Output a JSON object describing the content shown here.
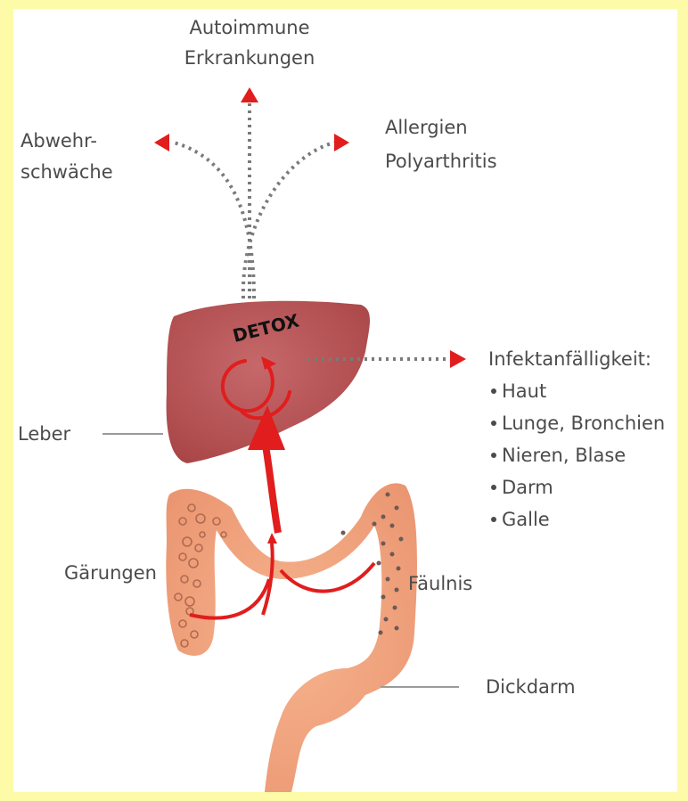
{
  "labels": {
    "autoimmune_line1": "Autoimmune",
    "autoimmune_line2": "Erkrankungen",
    "abwehr_line1": "Abwehr-",
    "abwehr_line2": "schwäche",
    "allergien_line1": "Allergien",
    "allergien_line2": "Polyarthritis",
    "detox": "DETOX",
    "infekt_title": "Infektanfälligkeit:",
    "infekt_items": [
      "Haut",
      "Lunge, Bronchien",
      "Nieren, Blase",
      "Darm",
      "Galle"
    ],
    "leber": "Leber",
    "gaerungen": "Gärungen",
    "faeulnis": "Fäulnis",
    "dickdarm": "Dickdarm"
  },
  "colors": {
    "background_border": "#fdfaa8",
    "liver": "#b9575a",
    "colon": "#f0a179",
    "arrow_red": "#e11d1d",
    "dots": "#7a7a7a",
    "label_text": "#4b4b4b"
  }
}
